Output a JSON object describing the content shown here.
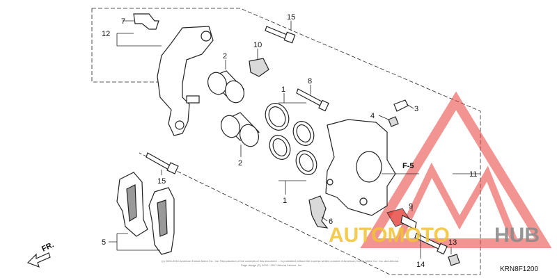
{
  "diagram": {
    "part_numbers": {
      "n1a": "1",
      "n1b": "1",
      "n2a": "2",
      "n2b": "2",
      "n3": "3",
      "n4": "4",
      "n5": "5",
      "n6": "6",
      "n7": "7",
      "n8": "8",
      "n9": "9",
      "n10": "10",
      "n11": "11",
      "n12": "12",
      "n13": "13",
      "n14": "14",
      "n15a": "15",
      "n15b": "15"
    },
    "reference_label": "F-5",
    "direction_label": "FR.",
    "diagram_code": "KRN8F1200",
    "copyright": "(c) 2000-2010 American Honda Motor Co., Inc. Reproduction of the contents of this document ... is prohibited without the express written consent of American Honda Motor Co., Inc. and Arkona",
    "copyright_line2": "Page design (C) 2000 - 2017 Arkona Service, Inc."
  },
  "watermark": {
    "brand_auto": "AUTOMOTO",
    "brand_hub": "HUB",
    "logo_color": "#e8403a",
    "auto_color": "#f2c233",
    "hub_color": "#8b8b8b"
  }
}
